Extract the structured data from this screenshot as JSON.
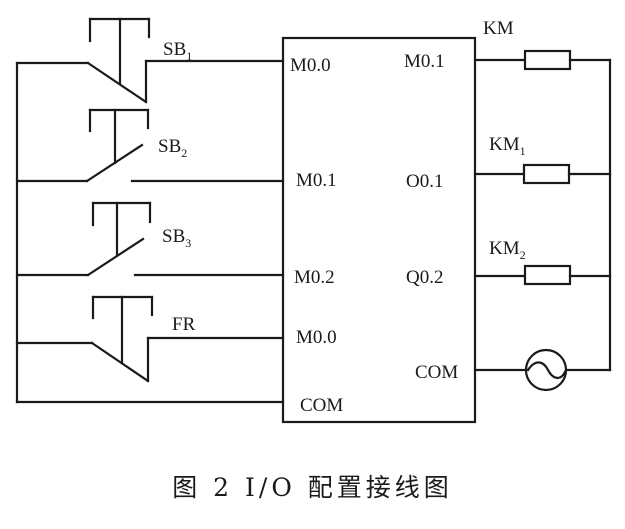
{
  "caption": "图 2   I/O 配置接线图",
  "switches": [
    {
      "id": "SB1",
      "base": "SB",
      "sub": "1",
      "type": "normally-closed"
    },
    {
      "id": "SB2",
      "base": "SB",
      "sub": "2",
      "type": "normally-open"
    },
    {
      "id": "SB3",
      "base": "SB",
      "sub": "3",
      "type": "normally-open"
    },
    {
      "id": "FR",
      "base": "FR",
      "sub": "",
      "type": "normally-closed"
    }
  ],
  "plc": {
    "inputs": [
      "M0.0",
      "M0.1",
      "M0.2",
      "M0.0",
      "COM"
    ],
    "outputs": [
      "M0.1",
      "O0.1",
      "Q0.2",
      "COM"
    ]
  },
  "loads": [
    {
      "id": "KM",
      "base": "KM",
      "sub": ""
    },
    {
      "id": "KM1",
      "base": "KM",
      "sub": "1"
    },
    {
      "id": "KM2",
      "base": "KM",
      "sub": "2"
    }
  ],
  "source": {
    "type": "ac-source",
    "symbol": "~"
  }
}
